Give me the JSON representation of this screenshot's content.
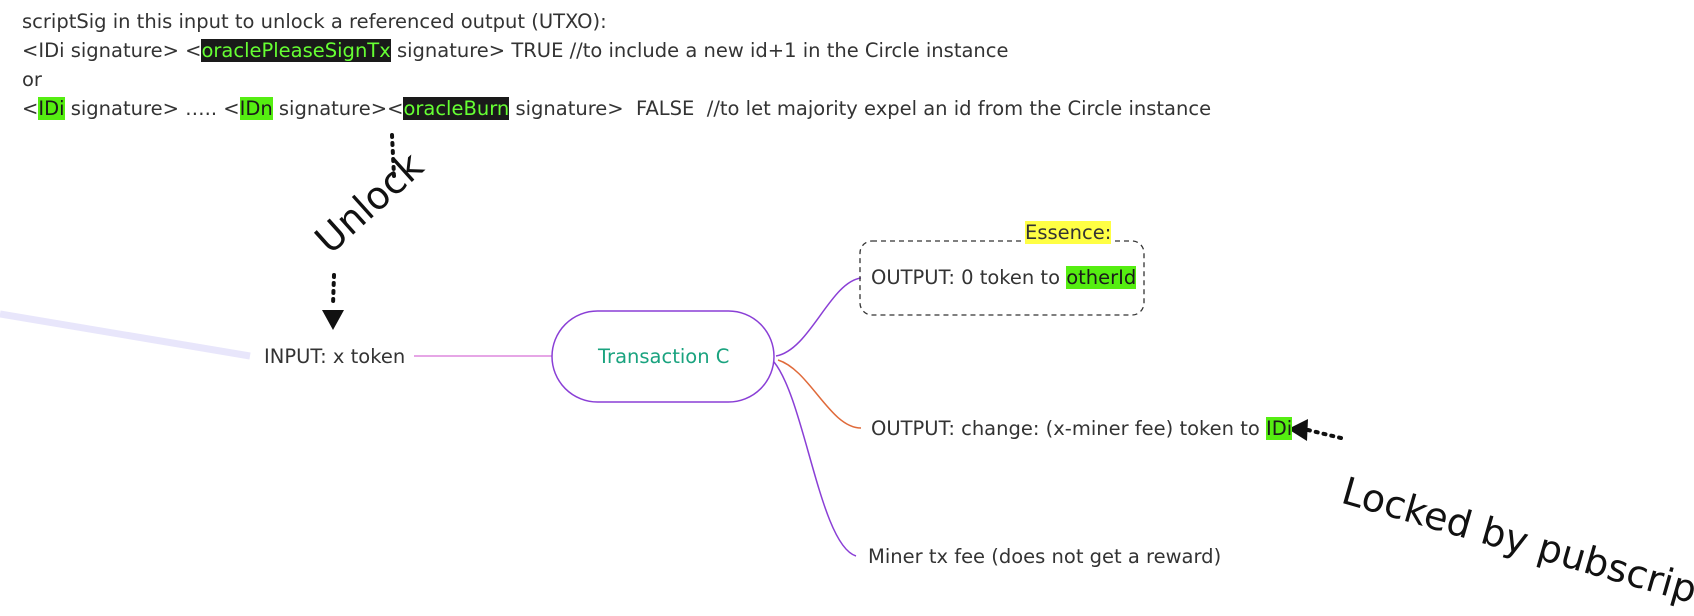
{
  "script": {
    "heading": "scriptSig in this input to unlock a referenced output (UTXO):",
    "line1": {
      "a": "<IDi signature> <",
      "hl": "oraclePleaseSignTx",
      "b": " signature> TRUE //to include a new id+1 in the Circle instance"
    },
    "or": "or",
    "line2": {
      "a": "<",
      "hl1": "IDi",
      "b": " signature> ….. <",
      "hl2": "IDn",
      "c": " signature><",
      "hl3": "oracleBurn",
      "d": " signature>  FALSE  //to let majority expel an id from the Circle instance"
    }
  },
  "annotations": {
    "unlock": "Unlock",
    "locked": "Locked by pubscript"
  },
  "nodes": {
    "input": "INPUT: x token",
    "transaction": "Transaction C",
    "essence_label": "Essence:",
    "output1_prefix": "OUTPUT: 0 token to ",
    "output1_id": "otherId",
    "output2_prefix": "OUTPUT: change: (x-miner fee) token to ",
    "output2_id": "IDi",
    "fee": "Miner tx fee (does not get a reward)"
  },
  "colors": {
    "transaction_border": "#8a3fd6",
    "transaction_text": "#1aa37f",
    "branch_purple": "#8a3fd6",
    "branch_orange": "#e06a3a",
    "input_link": "#dd88dd",
    "faint_line": "#e8e6fb",
    "highlight_green": "#55ee11",
    "highlight_dark": "#1a1a1a",
    "highlight_yellow": "#ffff44"
  }
}
